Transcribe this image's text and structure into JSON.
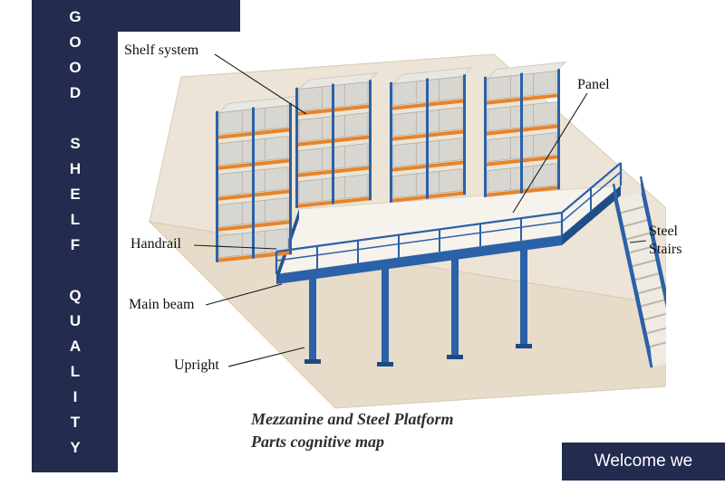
{
  "banner": {
    "vertical_text": "GOOD SHELF QUALITY"
  },
  "diagram": {
    "labels": {
      "shelf_system": "Shelf system",
      "panel": "Panel",
      "handrail": "Handrail",
      "main_beam": "Main beam",
      "upright": "Upright",
      "steel_stairs_line1": "Steel",
      "steel_stairs_line2": "Stairs"
    }
  },
  "caption": {
    "line1": "Mezzanine and Steel Platform",
    "line2": "Parts cognitive map"
  },
  "cta": {
    "label": "Welcome we"
  },
  "colors": {
    "navy": "#232b4e",
    "steel_blue": "#2a61a8",
    "beam_orange": "#e8832b",
    "wall_beige": "#ece4d6",
    "floor_beige": "#e7dbc9",
    "deck_white": "#f6f3ed"
  }
}
